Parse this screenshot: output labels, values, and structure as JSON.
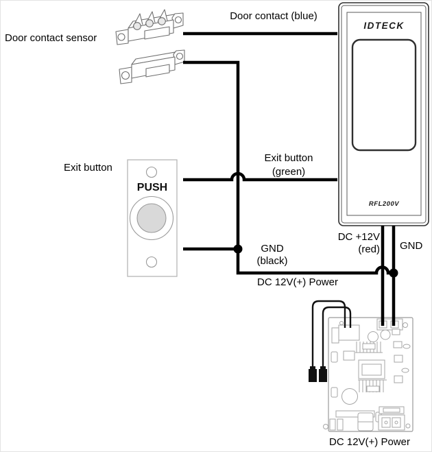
{
  "title": "Door access control wiring diagram",
  "colors": {
    "wire": "#000000",
    "component_stroke": "#9e9e9e",
    "reader_stroke": "#2f2f2f",
    "button_fill": "#d9d9d9",
    "connector_fill": "#111111"
  },
  "labels": {
    "door_contact_sensor": "Door contact sensor",
    "door_contact_wire": "Door contact (blue)",
    "exit_button_device": "Exit button",
    "push_button": "PUSH",
    "exit_button_wire": {
      "line1": "Exit button",
      "line2": "(green)"
    },
    "gnd_wire": {
      "line1": "GND",
      "line2": "(black)"
    },
    "dc_power_feed": "DC 12V(+) Power",
    "dc_plus_12v": {
      "line1": "DC +12V",
      "line2": "(red)"
    },
    "gnd_reader": "GND",
    "dc_power_supply": "DC 12V(+) Power"
  },
  "reader": {
    "brand": "IDTECK",
    "model": "RFL200V"
  }
}
